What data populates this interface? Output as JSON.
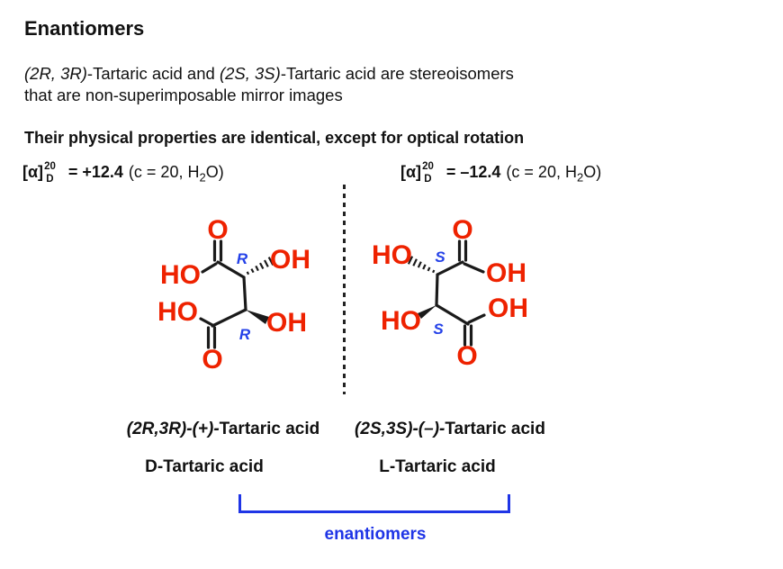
{
  "header": {
    "title": "Enantiomers",
    "intro": {
      "seg1": "(2R, 3R)",
      "seg2": "-Tartaric acid and ",
      "seg3": "(2S, 3S)",
      "seg4": "-Tartaric acid are stereoisomers",
      "line2": "that are non-superimposable mirror images"
    },
    "statement": "Their physical properties are identical, except for optical rotation"
  },
  "rotations": {
    "left": {
      "symbol": "[α]",
      "sup": "20",
      "sub": "D",
      "value": "= +12.4",
      "cond_pre": "(c = 20, H",
      "cond_sub": "2",
      "cond_post": "O)"
    },
    "right": {
      "symbol": "[α]",
      "sup": "20",
      "sub": "D",
      "value": "= –12.4",
      "cond_pre": "(c = 20, H",
      "cond_sub": "2",
      "cond_post": "O)"
    }
  },
  "molecules": {
    "left": {
      "name_italic": "(2R,3R)-(+)-",
      "name_rest": "Tartaric acid",
      "common_name": "D-Tartaric acid",
      "atoms": {
        "o_top": "O",
        "ho_top": "HO",
        "oh_top": "OH",
        "stereo_top": "R",
        "ho_bottom": "HO",
        "oh_bottom": "OH",
        "stereo_bottom": "R",
        "o_bottom": "O"
      }
    },
    "right": {
      "name_italic": "(2S,3S)-(–)-",
      "name_rest": "Tartaric acid",
      "common_name": "L-Tartaric acid",
      "atoms": {
        "o_top": "O",
        "oh_top": "OH",
        "ho_top": "HO",
        "stereo_top": "S",
        "ho_bottom": "HO",
        "oh_bottom": "OH",
        "stereo_bottom": "S",
        "o_bottom": "O"
      }
    }
  },
  "footer": {
    "relationship_label": "enantiomers"
  },
  "colors": {
    "heteroatom_red": "#ee2200",
    "stereo_blue": "#2441e8",
    "bracket_blue": "#1f35e6",
    "text_black": "#111111"
  }
}
